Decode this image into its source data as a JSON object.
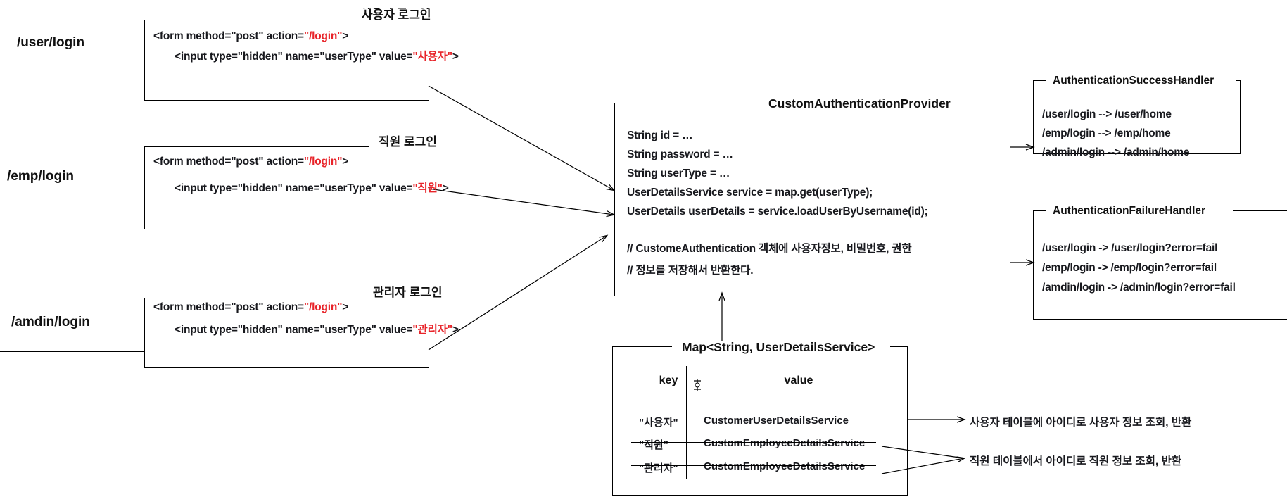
{
  "diagram": {
    "title": "Spring Security multi-user-type authentication flow"
  },
  "endpoints": [
    {
      "label": "/user/login"
    },
    {
      "label": "/emp/login"
    },
    {
      "label": "/amdin/login"
    }
  ],
  "form_boxes": [
    {
      "title": "사용자 로그인",
      "line1_pre": "<form method=\"post\" action=",
      "line1_red": "\"/login\"",
      "line1_post": ">",
      "line2_pre": "<input type=\"hidden\" name=\"userType\" value=",
      "line2_red": "\"사용자\"",
      "line2_post": ">"
    },
    {
      "title": "직원 로그인",
      "line1_pre": "<form method=\"post\" action=",
      "line1_red": "\"/login\"",
      "line1_post": ">",
      "line2_pre": "<input type=\"hidden\" name=\"userType\" value=",
      "line2_red": "\"직원\"",
      "line2_post": ">"
    },
    {
      "title": "관리자 로그인",
      "line1_pre": "<form method=\"post\" action=",
      "line1_red": "\"/login\"",
      "line1_post": ">",
      "line2_pre": "<input type=\"hidden\" name=\"userType\" value=",
      "line2_red": "\"관리자\"",
      "line2_post": ">"
    }
  ],
  "provider": {
    "title": "CustomAuthenticationProvider",
    "lines": [
      "String id = …",
      "String password = …",
      "String userType = …",
      "UserDetailsService service = map.get(userType);",
      "UserDetails userDetails = service.loadUserByUsername(id);",
      "// CustomeAuthentication 객체에 사용자정보, 비밀번호, 권한",
      "// 정보를 저장해서 반환한다."
    ]
  },
  "success_handler": {
    "title": "AuthenticationSuccessHandler",
    "lines": [
      "/user/login --> /user/home",
      "/emp/login --> /emp/home",
      "/admin/login -->  /admin/home"
    ]
  },
  "failure_handler": {
    "title": "AuthenticationFailureHandler",
    "lines": [
      "/user/login -> /user/login?error=fail",
      "/emp/login -> /emp/login?error=fail",
      "/amdin/login -> /admin/login?error=fail"
    ]
  },
  "map_table": {
    "title": "Map<String, UserDetailsService>",
    "columns": [
      "key",
      "value"
    ],
    "rows": [
      {
        "key": "\"사용자\"",
        "value": "CustomerUserDetailsService"
      },
      {
        "key": "\"직원\"",
        "value": "CustomEmployeeDetailsService"
      },
      {
        "key": "\"관리자\"",
        "value": "CustomEmployeeDetailsService"
      }
    ]
  },
  "notes": [
    "사용자 테이블에 아이디로 사용자 정보 조회, 반환",
    "직원 테이블에서 아이디로 직원 정보 조회, 반환"
  ],
  "colors": {
    "stroke": "#000000",
    "text": "#17181d",
    "accent_red": "#e8242a",
    "background": "#ffffff"
  }
}
